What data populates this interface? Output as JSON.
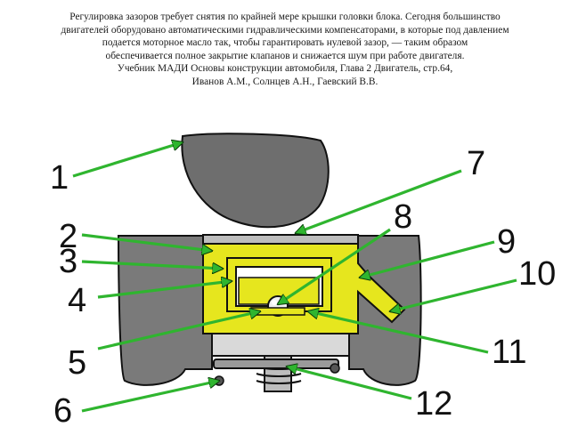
{
  "caption": {
    "lines": [
      "Регулировка зазоров требует снятия по крайней мере крышки головки блока. Сегодня большинство",
      "двигателей оборудовано автоматическими гидравлическими компенсаторами, в которые под давлением",
      "подается моторное масло так, чтобы гарантировать нулевой зазор, — таким образом",
      "обеспечивается полное закрытие клапанов и снижается шум при работе двигателя.",
      "Учебник МАДИ Основы конструкции автомобиля,  Глава 2 Двигатель,  стр.64,",
      "Иванов А.М., Солнцев А.Н., Гаевский В.В."
    ]
  },
  "diagram": {
    "labels": [
      "1",
      "2",
      "3",
      "4",
      "5",
      "6",
      "7",
      "8",
      "9",
      "10",
      "11",
      "12"
    ],
    "colors": {
      "housing": "#7a7a7a",
      "cam": "#6e6e6e",
      "oil": "#e6e61e",
      "arrow": "#2fb52f",
      "outline": "#111111",
      "light_body": "#d9d9d9"
    }
  }
}
